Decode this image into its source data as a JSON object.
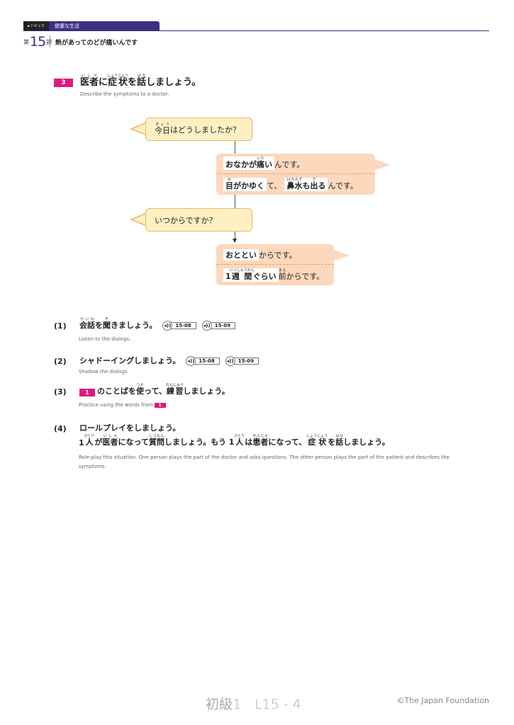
{
  "header": {
    "topic_label": "►トピック",
    "topic": "健康な生活",
    "lesson_pre": "第",
    "lesson_num": "15",
    "lesson_post": "課",
    "lesson_title": "熱があってのどが痛いんです"
  },
  "section": {
    "number": "3",
    "title_parts": [
      {
        "t": "医者",
        "r": "いしゃ"
      },
      {
        "t": "に"
      },
      {
        "t": "症状",
        "r": "しょうじょう"
      },
      {
        "t": "を"
      },
      {
        "t": "話",
        "r": "はな"
      },
      {
        "t": "しましょう。"
      }
    ],
    "subtitle": "Describe the symptoms to a doctor."
  },
  "dialog": {
    "q1": {
      "ruby_base": "今日",
      "ruby": "きょう",
      "rest": "はどうしましたか？"
    },
    "a1": {
      "l1_hl": "おなかが",
      "l1_hl_k": "痛",
      "l1_hl_r": "いた",
      "l1_hl_end": "い",
      "l1_rest": "んです。",
      "l2_hl1_k": "目",
      "l2_hl1_r": "め",
      "l2_hl1_rest": "がかゆく",
      "l2_mid": "て、",
      "l2_hl2_k": "鼻水",
      "l2_hl2_r": "はなみず",
      "l2_hl2_mid": "も",
      "l2_hl2_k2": "出",
      "l2_hl2_r2": "で",
      "l2_hl2_end": "る",
      "l2_rest": "んです。"
    },
    "q2": "いつからですか？",
    "a2": {
      "l1_hl": "おととい",
      "l1_rest": "からです。",
      "l2_hl_num": "1",
      "l2_hl_k": "週間",
      "l2_hl_r": "いっしゅうかん",
      "l2_hl_end": "ぐらい",
      "l2_k": "前",
      "l2_r": "まえ",
      "l2_rest": "からです。"
    }
  },
  "tasks": [
    {
      "num": "(1)",
      "parts": [
        {
          "t": "会話",
          "r": "かいわ"
        },
        {
          "t": "を"
        },
        {
          "t": "聞",
          "r": "き"
        },
        {
          "t": "きましょう。"
        }
      ],
      "audio": [
        "15-08",
        "15-09"
      ],
      "en": "Listen to the dialogs."
    },
    {
      "num": "(2)",
      "text": "シャドーイングしましょう。",
      "audio": [
        "15-08",
        "15-09"
      ],
      "en": "Shadow the dialogs."
    },
    {
      "num": "(3)",
      "badge": "1",
      "parts": [
        {
          "t": "のことばを"
        },
        {
          "t": "使",
          "r": "つか"
        },
        {
          "t": "って、"
        },
        {
          "t": "練習",
          "r": "れんしゅう"
        },
        {
          "t": "しましょう。"
        }
      ],
      "en": "Practice using the words from",
      "en_badge": "1"
    },
    {
      "num": "(4)",
      "text": "ロールプレイをしましょう。",
      "parts": [
        {
          "t": "1"
        },
        {
          "t": "人",
          "r": "ひとり"
        },
        {
          "t": "が"
        },
        {
          "t": "医者",
          "r": "いしゃ"
        },
        {
          "t": "になって"
        },
        {
          "t": "質問",
          "r": "しつもん"
        },
        {
          "t": "しましょう。もう 1"
        },
        {
          "t": "人",
          "r": "ひとり"
        },
        {
          "t": "は"
        },
        {
          "t": "患者",
          "r": "かんじゃ"
        },
        {
          "t": "になって、"
        },
        {
          "t": "症状",
          "r": "しょうじょう"
        },
        {
          "t": "を"
        },
        {
          "t": "話",
          "r": "はな"
        },
        {
          "t": "しましょう。"
        }
      ],
      "en": "Role-play this situation. One person plays the part of the doctor and asks questions. The other person plays the part of the patient and describes the symptoms."
    }
  ],
  "footer": {
    "page": "初級1　L15 - 4",
    "copyright": "©The Japan Foundation"
  },
  "colors": {
    "accent": "#e0177f",
    "brand": "#3b3182",
    "yellow": "#fdf1c4",
    "orange": "#fcd8bd"
  }
}
